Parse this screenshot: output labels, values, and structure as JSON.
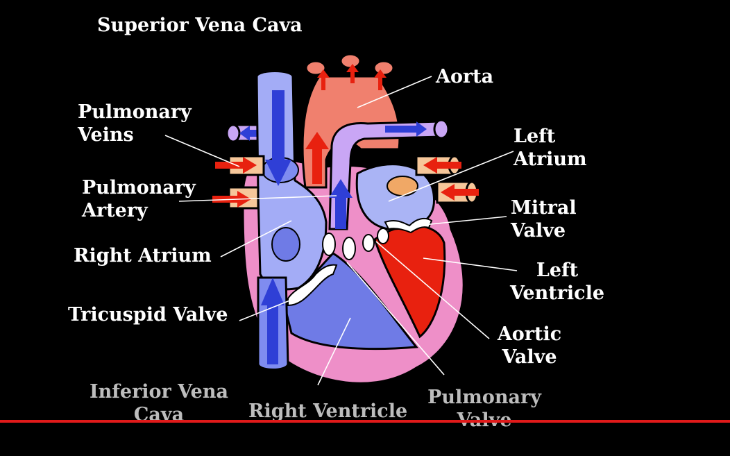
{
  "diagram": {
    "labels": {
      "superior_vena_cava": "Superior Vena Cava",
      "aorta": "Aorta",
      "pulmonary_veins": "Pulmonary Veins",
      "left_atrium": "Left Atrium",
      "pulmonary_artery": "Pulmonary Artery",
      "mitral_valve": "Mitral Valve",
      "right_atrium": "Right Atrium",
      "left_ventricle": "Left Ventricle",
      "tricuspid_valve": "Tricuspid Valve",
      "aortic_valve": "Aortic Valve",
      "inferior_vena_cava": "Inferior Vena Cava",
      "right_ventricle": "Right Ventricle",
      "pulmonary_valve": "Pulmonary Valve"
    },
    "colors": {
      "background": "#000000",
      "deoxygenated": "#7f8cf0",
      "deoxygenated_dark": "#2f3fd6",
      "oxygenated": "#f0806e",
      "oxygenated_dark": "#e8210f",
      "pulmonary": "#c9a6f5",
      "pulmonary_vein": "#f6c79a",
      "wall": "#ee8fc8",
      "label_text": "#ffffff",
      "label_text_dim": "#bdbdbd"
    }
  },
  "player": {
    "progress": 1.0,
    "progress_color": "#e01a1a"
  }
}
